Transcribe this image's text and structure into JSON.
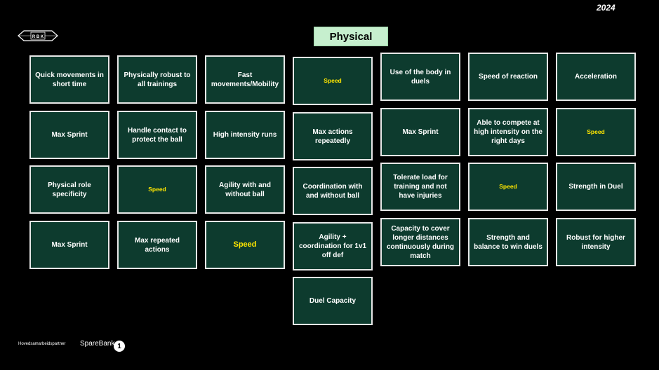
{
  "header": {
    "year": "2024",
    "title": "Physical"
  },
  "logo": {
    "text": "R B K"
  },
  "footer": {
    "partner_label": "Hovedsamarbeidspartner",
    "brand": "SpareBank",
    "brand_badge": "1"
  },
  "colors": {
    "card_bg": "#0d3b2e",
    "highlight_text": "#ffe600",
    "title_bg": "#c6efce"
  },
  "columns": [
    {
      "items": [
        {
          "text": "Quick movements in short time"
        },
        {
          "text": "Max Sprint"
        },
        {
          "text": "Physical role specificity"
        },
        {
          "text": "Max Sprint"
        }
      ]
    },
    {
      "items": [
        {
          "text": "Physically robust to all trainings"
        },
        {
          "text": "Handle contact to protect the ball"
        },
        {
          "text": "Speed",
          "highlight": true
        },
        {
          "text": "Max repeated actions"
        }
      ]
    },
    {
      "items": [
        {
          "text": "Fast movements/Mobility"
        },
        {
          "text": "High intensity runs"
        },
        {
          "text": "Agility with and without ball"
        },
        {
          "text": "Speed",
          "highlight": true
        }
      ]
    },
    {
      "items": [
        {
          "text": "Speed",
          "highlight": true
        },
        {
          "text": "Max actions repeatedly"
        },
        {
          "text": "Coordination with and without ball"
        },
        {
          "text": "Agility + coordination for 1v1 off def"
        },
        {
          "text": "Duel Capacity"
        }
      ]
    },
    {
      "items": [
        {
          "text": "Use of the body in duels"
        },
        {
          "text": "Max Sprint"
        },
        {
          "text": "Tolerate load for training and not have injuries"
        },
        {
          "text": "Capacity to cover longer distances continuously during match"
        }
      ]
    },
    {
      "items": [
        {
          "text": "Speed of reaction"
        },
        {
          "text": "Able to compete at high intensity on the right days"
        },
        {
          "text": "Speed",
          "highlight": true
        },
        {
          "text": "Strength and balance to win duels"
        }
      ]
    },
    {
      "items": [
        {
          "text": "Acceleration"
        },
        {
          "text": "Speed",
          "highlight": true
        },
        {
          "text": "Strength in Duel"
        },
        {
          "text": "Robust for higher intensity"
        }
      ]
    }
  ]
}
